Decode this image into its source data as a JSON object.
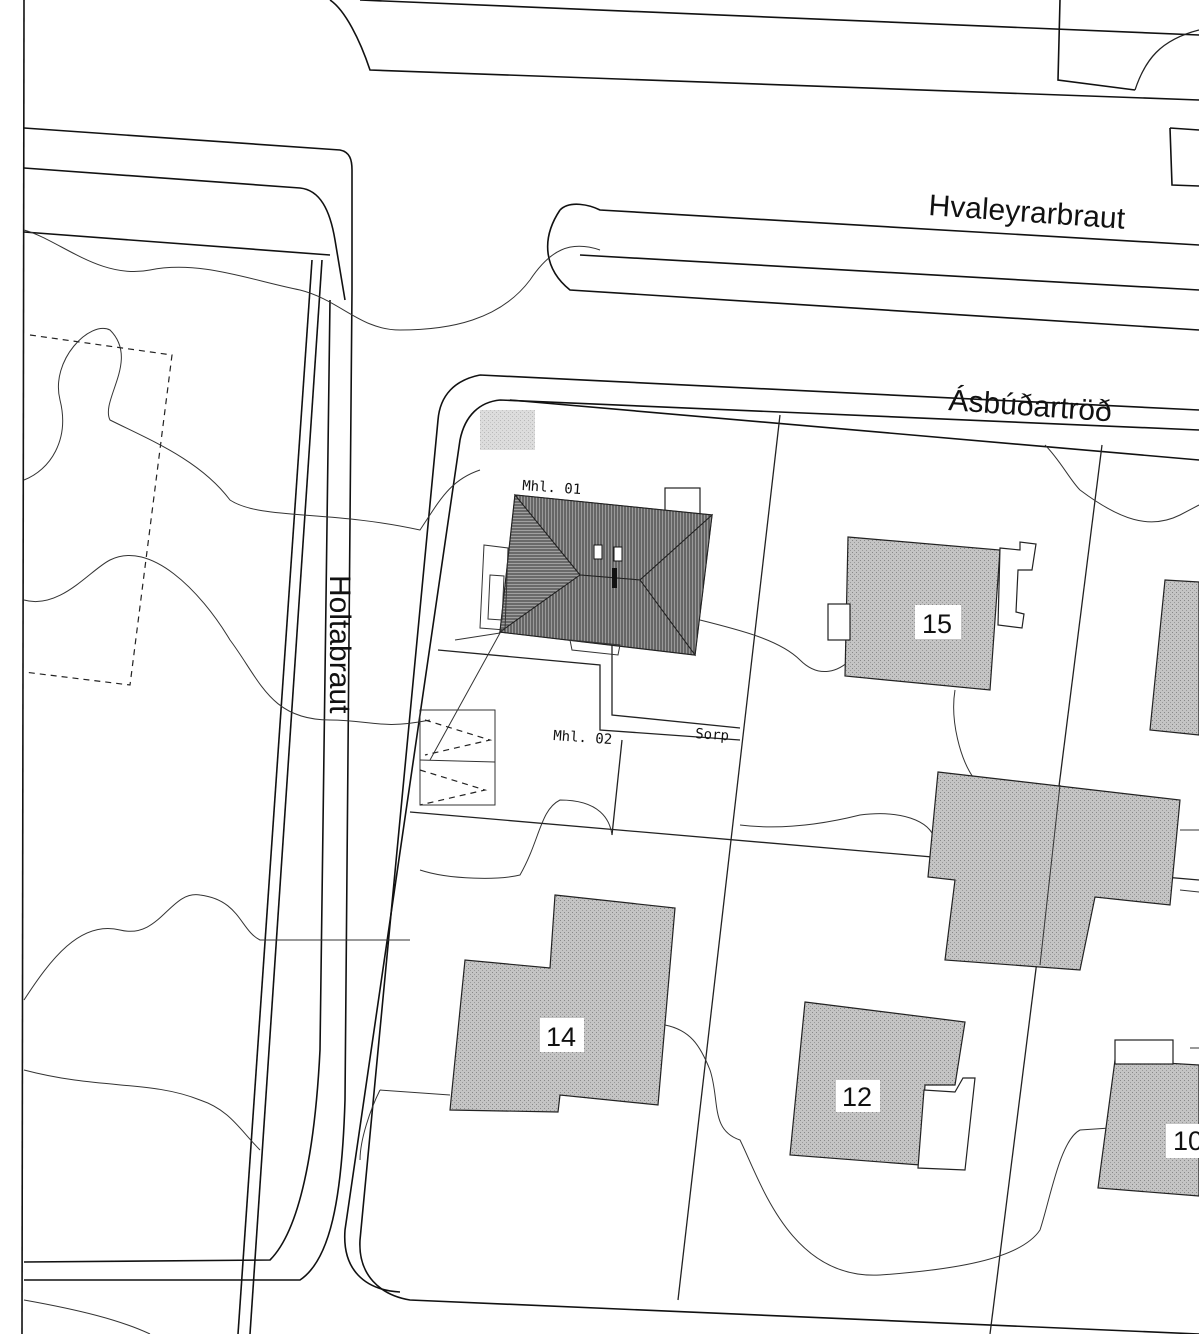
{
  "roads": {
    "hvaleyrarbraut": "Hvaleyrarbraut",
    "asbudartrod": "Ásbúðartröð",
    "holtabraut": "Holtabraut"
  },
  "lots": {
    "lot_15": "15",
    "lot_14": "14",
    "lot_12": "12",
    "lot_10": "10"
  },
  "building_labels": {
    "mhl_01": "Mhl. 01",
    "mhl_02": "Mhl. 02",
    "sorp": "Sorp"
  },
  "colors": {
    "linework": "#222222",
    "building_fill": "#bdbdbd",
    "hatch": "#333333"
  }
}
